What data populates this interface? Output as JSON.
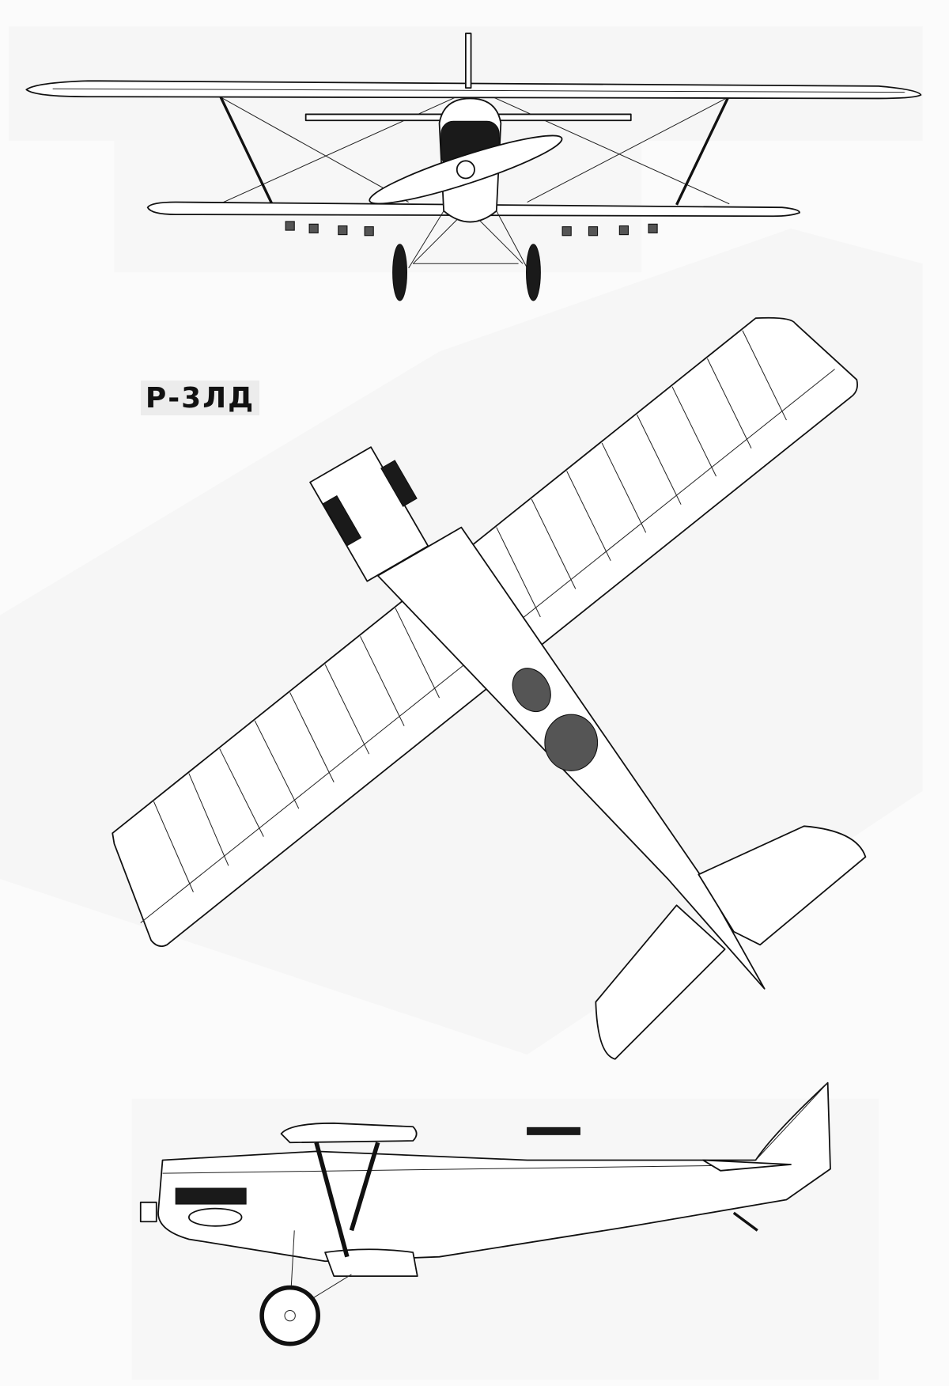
{
  "title": "Р-3ЛД",
  "views": [
    "front-view",
    "top-view",
    "side-view"
  ]
}
